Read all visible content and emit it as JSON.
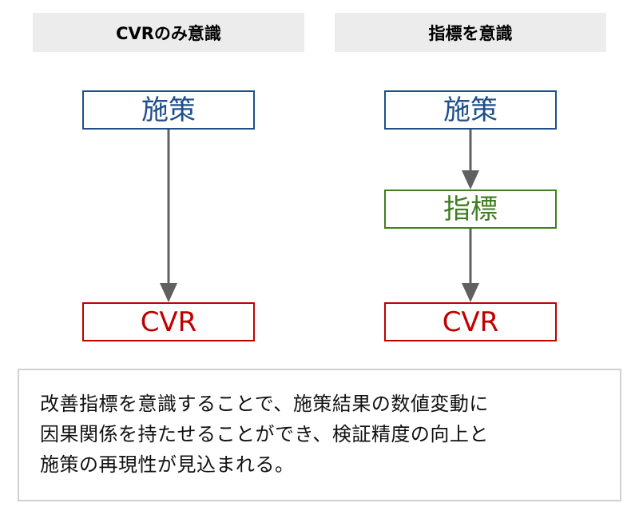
{
  "headers": {
    "left": "CVRのみ意識",
    "right": "指標を意識"
  },
  "left_flow": {
    "measure": "施策",
    "cvr": "CVR"
  },
  "right_flow": {
    "measure": "施策",
    "kpi": "指標",
    "cvr": "CVR"
  },
  "colors": {
    "measure": "#1f4e8c",
    "kpi": "#3f7d20",
    "cvr": "#c00000",
    "arrow": "#606060",
    "header_bg": "#ececec"
  },
  "note": {
    "lines": [
      "改善指標を意識することで、施策結果の数値変動に",
      "因果関係を持たせることができ、検証精度の向上と",
      "施策の再現性が見込まれる。"
    ]
  }
}
